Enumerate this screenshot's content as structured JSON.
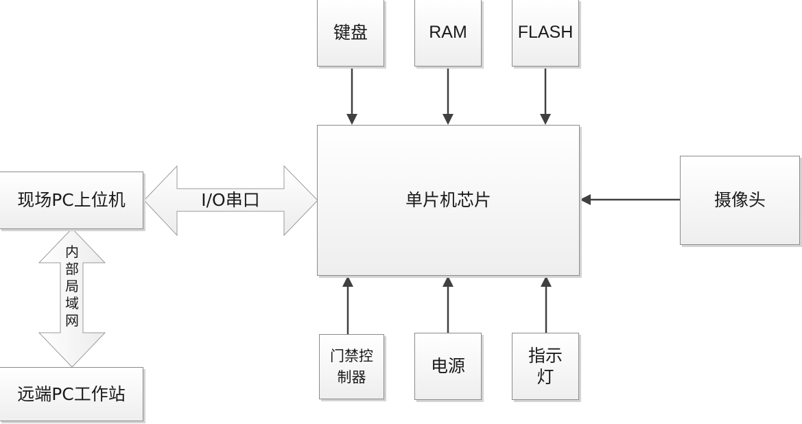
{
  "diagram": {
    "nodes": {
      "keyboard": {
        "label": "键盘"
      },
      "ram": {
        "label": "RAM"
      },
      "flash": {
        "label": "FLASH"
      },
      "mcu": {
        "label": "单片机芯片"
      },
      "camera": {
        "label": "摄像头"
      },
      "door_controller": {
        "label": "门禁控\n制器"
      },
      "power": {
        "label": "电源"
      },
      "indicator": {
        "label": "指示\n灯"
      },
      "local_pc": {
        "label": "现场PC上位机"
      },
      "remote_pc": {
        "label": "远端PC工作站"
      }
    },
    "links": {
      "io_serial": {
        "label": "I/O串口",
        "from": "local_pc",
        "to": "mcu",
        "direction": "bidirectional"
      },
      "lan": {
        "label": "内\n部\n局\n域\n网",
        "from": "local_pc",
        "to": "remote_pc",
        "direction": "bidirectional"
      },
      "keyboard_to_mcu": {
        "from": "keyboard",
        "to": "mcu"
      },
      "ram_to_mcu": {
        "from": "ram",
        "to": "mcu"
      },
      "flash_to_mcu": {
        "from": "flash",
        "to": "mcu"
      },
      "camera_to_mcu": {
        "from": "camera",
        "to": "mcu"
      },
      "door_controller_to_mcu": {
        "from": "door_controller",
        "to": "mcu"
      },
      "power_to_mcu": {
        "from": "power",
        "to": "mcu"
      },
      "indicator_to_mcu": {
        "from": "indicator",
        "to": "mcu"
      }
    },
    "colors": {
      "box_border": "#8a8a8a",
      "arrow": "#404040",
      "fat_arrow_border": "#9a9a9a"
    }
  }
}
